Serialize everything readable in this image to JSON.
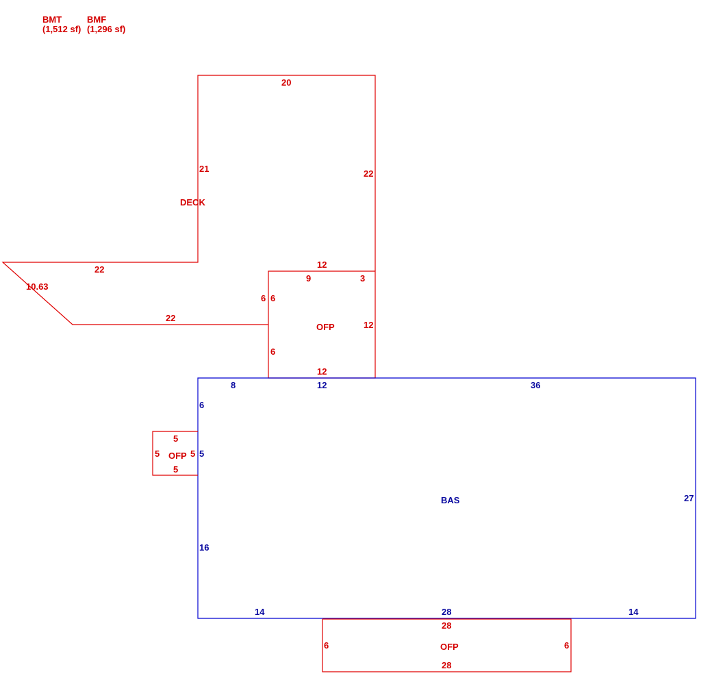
{
  "colors": {
    "ancillary": "#e00000",
    "main": "#0000d0"
  },
  "legend": [
    {
      "code": "BMT",
      "area": "(1,512 sf)"
    },
    {
      "code": "BMF",
      "area": "(1,296 sf)"
    }
  ],
  "areas": {
    "deck": {
      "label": "DECK",
      "dims": {
        "top": "20",
        "left": "21",
        "right": "22",
        "ledge": "22",
        "diagonal": "10.63",
        "lower": "22"
      }
    },
    "ofp_north": {
      "label": "OFP",
      "dims": {
        "top": "12",
        "top_left": "9",
        "top_right": "3",
        "left_outer": "6",
        "left_inner": "6",
        "left_lower": "6",
        "right": "12",
        "bottom": "12"
      }
    },
    "bas": {
      "label": "BAS",
      "dims": {
        "top_left": "8",
        "top_mid": "12",
        "top_right": "36",
        "left_top": "6",
        "left_mid": "5",
        "left_bottom": "16",
        "right": "27",
        "bottom_left": "14",
        "bottom_mid": "28",
        "bottom_right": "14"
      }
    },
    "ofp_west": {
      "label": "OFP",
      "dims": {
        "top": "5",
        "left": "5",
        "right": "5",
        "bottom": "5"
      }
    },
    "ofp_south": {
      "label": "OFP",
      "dims": {
        "top": "28",
        "left": "6",
        "right": "6",
        "bottom": "28"
      }
    }
  }
}
